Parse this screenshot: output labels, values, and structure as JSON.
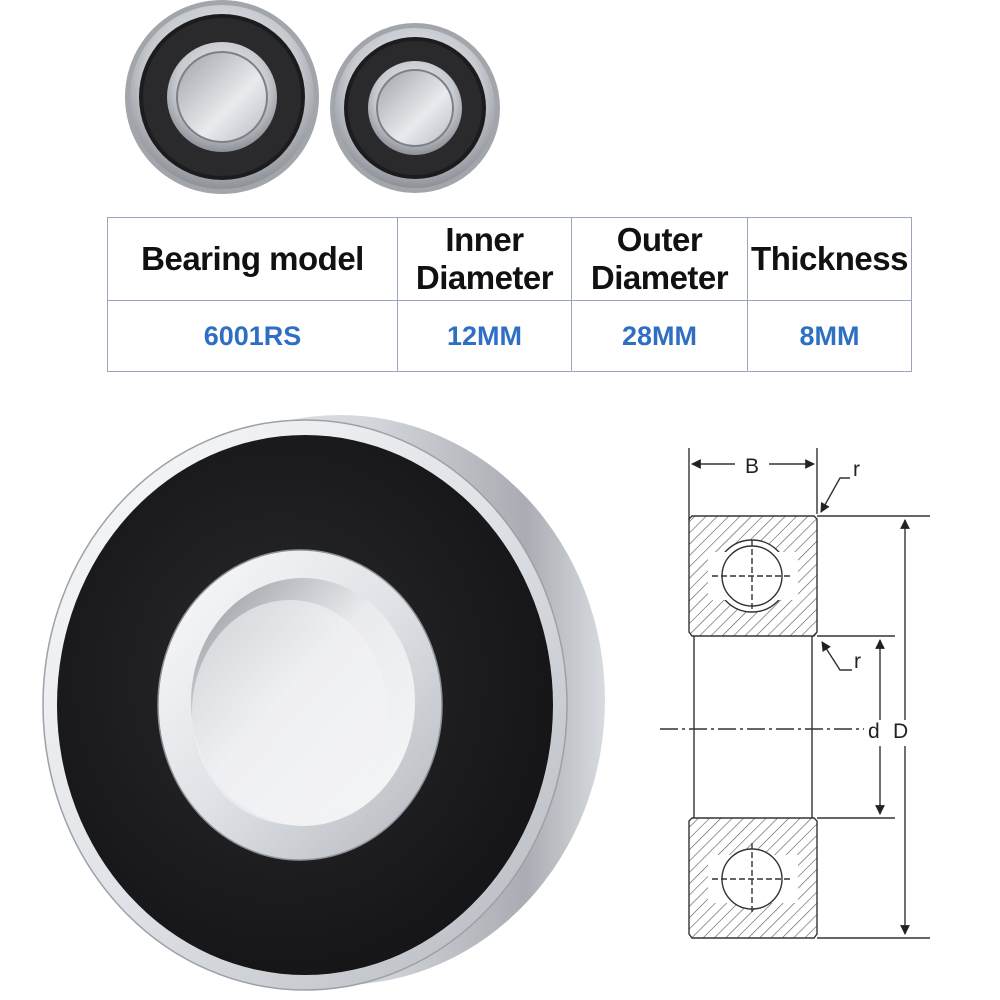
{
  "table": {
    "headers": [
      [
        "Bearing model"
      ],
      [
        "Inner",
        "Diameter"
      ],
      [
        "Outer",
        "Diameter"
      ],
      [
        "Thickness"
      ]
    ],
    "row": [
      "6001RS",
      "12MM",
      "28MM",
      "8MM"
    ]
  },
  "diagram": {
    "width_label": "B",
    "radius_label_top": "r",
    "radius_label_mid": "r",
    "inner_diameter_label": "d",
    "outer_diameter_label": "D"
  },
  "colors": {
    "header_text": "#111111",
    "value_text": "#2e6fc4",
    "table_border": "#9aa6bd",
    "seal": "#1c1c1e",
    "steel": "#c9ccd1"
  }
}
